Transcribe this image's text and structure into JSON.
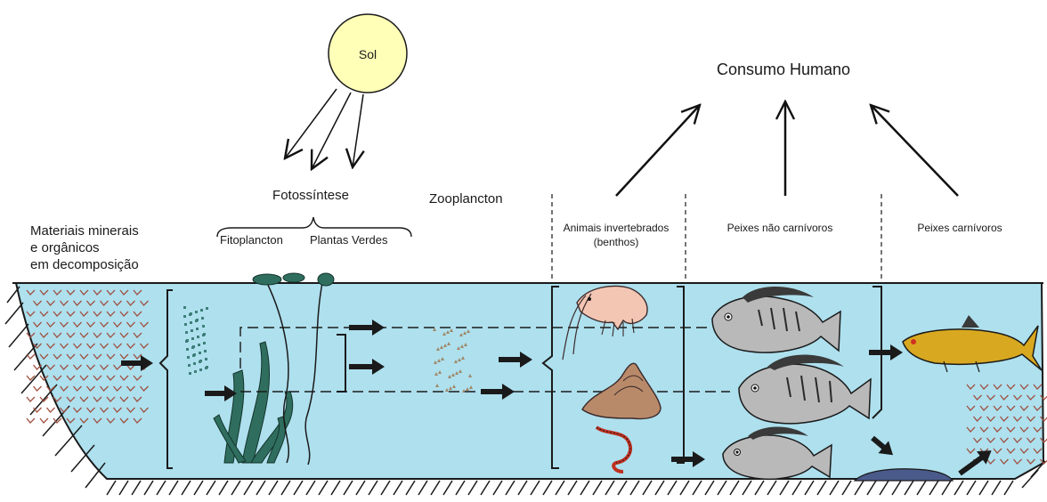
{
  "labels": {
    "sun": "Sol",
    "human_consumption": "Consumo Humano",
    "photosynthesis": "Fotossíntese",
    "phytoplankton": "Fitoplancton",
    "green_plants": "Plantas Verdes",
    "zooplankton": "Zooplancton",
    "minerals_line1": "Materiais minerais",
    "minerals_line2": "e orgânicos",
    "minerals_line3": "em decomposição",
    "invertebrates_line1": "Animais invertebrados",
    "invertebrates_line2": "(benthos)",
    "non_carnivorous_fish": "Peixes não carnívoros",
    "carnivorous_fish": "Peixes carnívoros"
  },
  "colors": {
    "water": "#aee0ee",
    "sun_fill": "#ffffb8",
    "plant": "#2f6e5e",
    "fish_body": "#b9b9b9",
    "fish_fins": "#3a3a3a",
    "carnivore_fish": "#d8a820",
    "dead_fish": "#4a5a8a",
    "detritus": "#a05040",
    "zooplankton_dots": "#a08868"
  }
}
